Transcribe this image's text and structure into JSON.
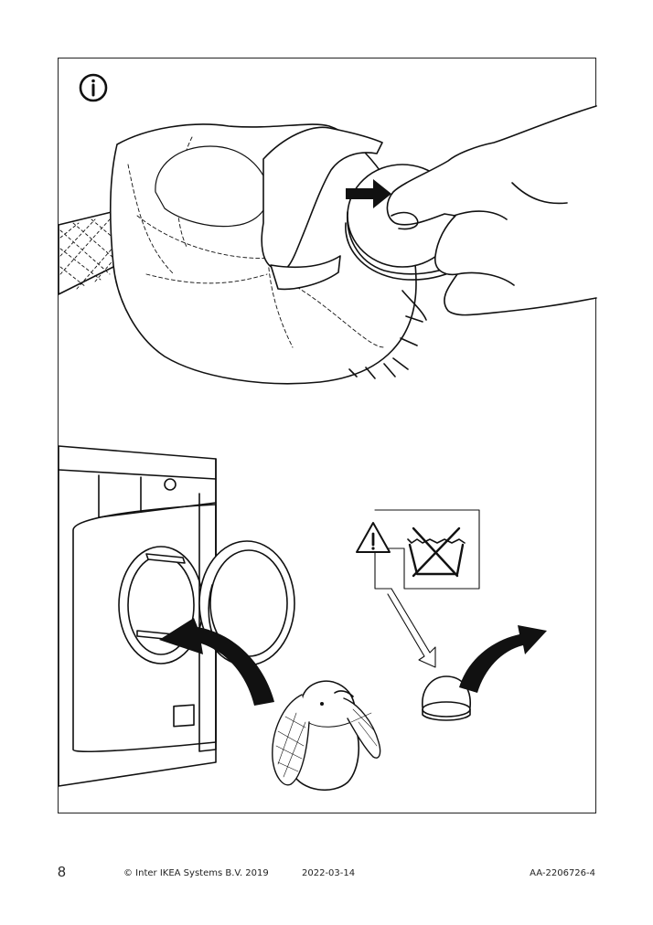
{
  "page": {
    "number": "8",
    "copyright": "© Inter IKEA Systems B.V. 2019",
    "date": "2022-03-14",
    "document_id": "AA-2206726-4"
  },
  "icons": {
    "info": "info-circle-icon",
    "warning": "warning-triangle-icon",
    "no_wash": "do-not-wash-icon"
  },
  "colors": {
    "line": "#111111",
    "background": "#ffffff"
  }
}
